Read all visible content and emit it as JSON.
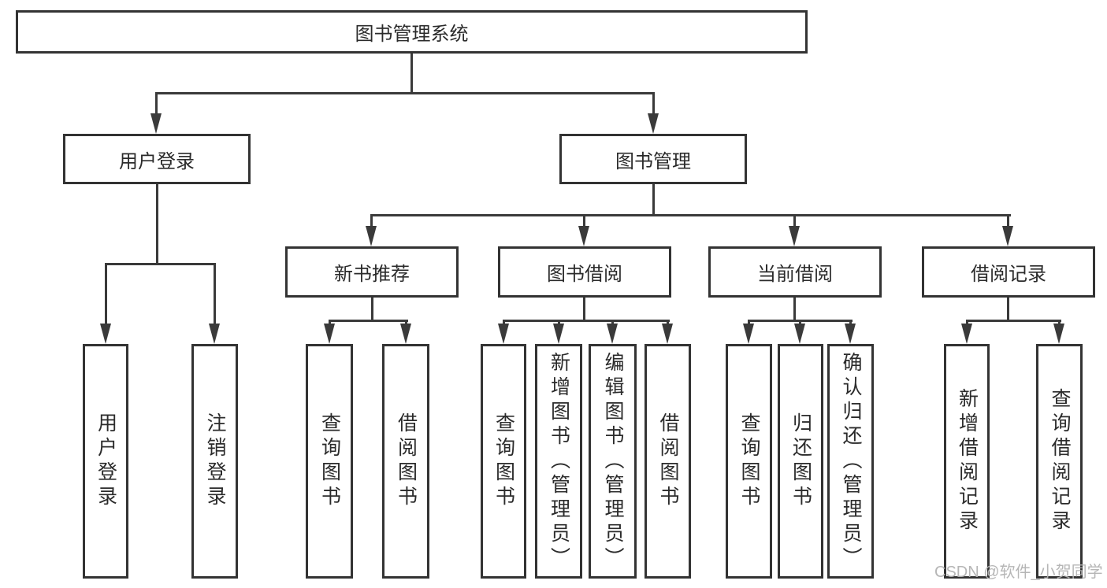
{
  "diagram": {
    "title": "图书管理系统",
    "nodes": {
      "root": {
        "label": "图书管理系统"
      },
      "user_login": {
        "label": "用户登录"
      },
      "book_mgmt": {
        "label": "图书管理"
      },
      "new_book_rec": {
        "label": "新书推荐"
      },
      "book_borrow": {
        "label": "图书借阅"
      },
      "current_borrow": {
        "label": "当前借阅"
      },
      "borrow_record": {
        "label": "借阅记录"
      },
      "leaf_user_login": {
        "label": "用户登录"
      },
      "leaf_logout": {
        "label": "注销登录"
      },
      "leaf_nb_query": {
        "label": "查询图书"
      },
      "leaf_nb_borrow": {
        "label": "借阅图书"
      },
      "leaf_bb_query": {
        "label": "查询图书"
      },
      "leaf_bb_add": {
        "label": "新增图书（管理员）"
      },
      "leaf_bb_edit": {
        "label": "编辑图书（管理员）"
      },
      "leaf_bb_borrow": {
        "label": "借阅图书"
      },
      "leaf_cb_query": {
        "label": "查询图书"
      },
      "leaf_cb_return": {
        "label": "归还图书"
      },
      "leaf_cb_confirm": {
        "label": "确认归还（管理员）"
      },
      "leaf_br_add": {
        "label": "新增借阅记录"
      },
      "leaf_br_query": {
        "label": "查询借阅记录"
      }
    },
    "structure": [
      {
        "parent": "图书管理系统",
        "children": [
          "用户登录",
          "图书管理"
        ]
      },
      {
        "parent": "用户登录",
        "children": [
          "用户登录",
          "注销登录"
        ]
      },
      {
        "parent": "图书管理",
        "children": [
          "新书推荐",
          "图书借阅",
          "当前借阅",
          "借阅记录"
        ]
      },
      {
        "parent": "新书推荐",
        "children": [
          "查询图书",
          "借阅图书"
        ]
      },
      {
        "parent": "图书借阅",
        "children": [
          "查询图书",
          "新增图书（管理员）",
          "编辑图书（管理员）",
          "借阅图书"
        ]
      },
      {
        "parent": "当前借阅",
        "children": [
          "查询图书",
          "归还图书",
          "确认归还（管理员）"
        ]
      },
      {
        "parent": "借阅记录",
        "children": [
          "新增借阅记录",
          "查询借阅记录"
        ]
      }
    ]
  },
  "watermark": {
    "text": "CSDN @软件_小贺同学"
  },
  "colors": {
    "line": "#3a3a3a",
    "box_border": "#333333",
    "text": "#2b2b2b",
    "background": "#ffffff",
    "watermark": "#b2b2b2"
  }
}
